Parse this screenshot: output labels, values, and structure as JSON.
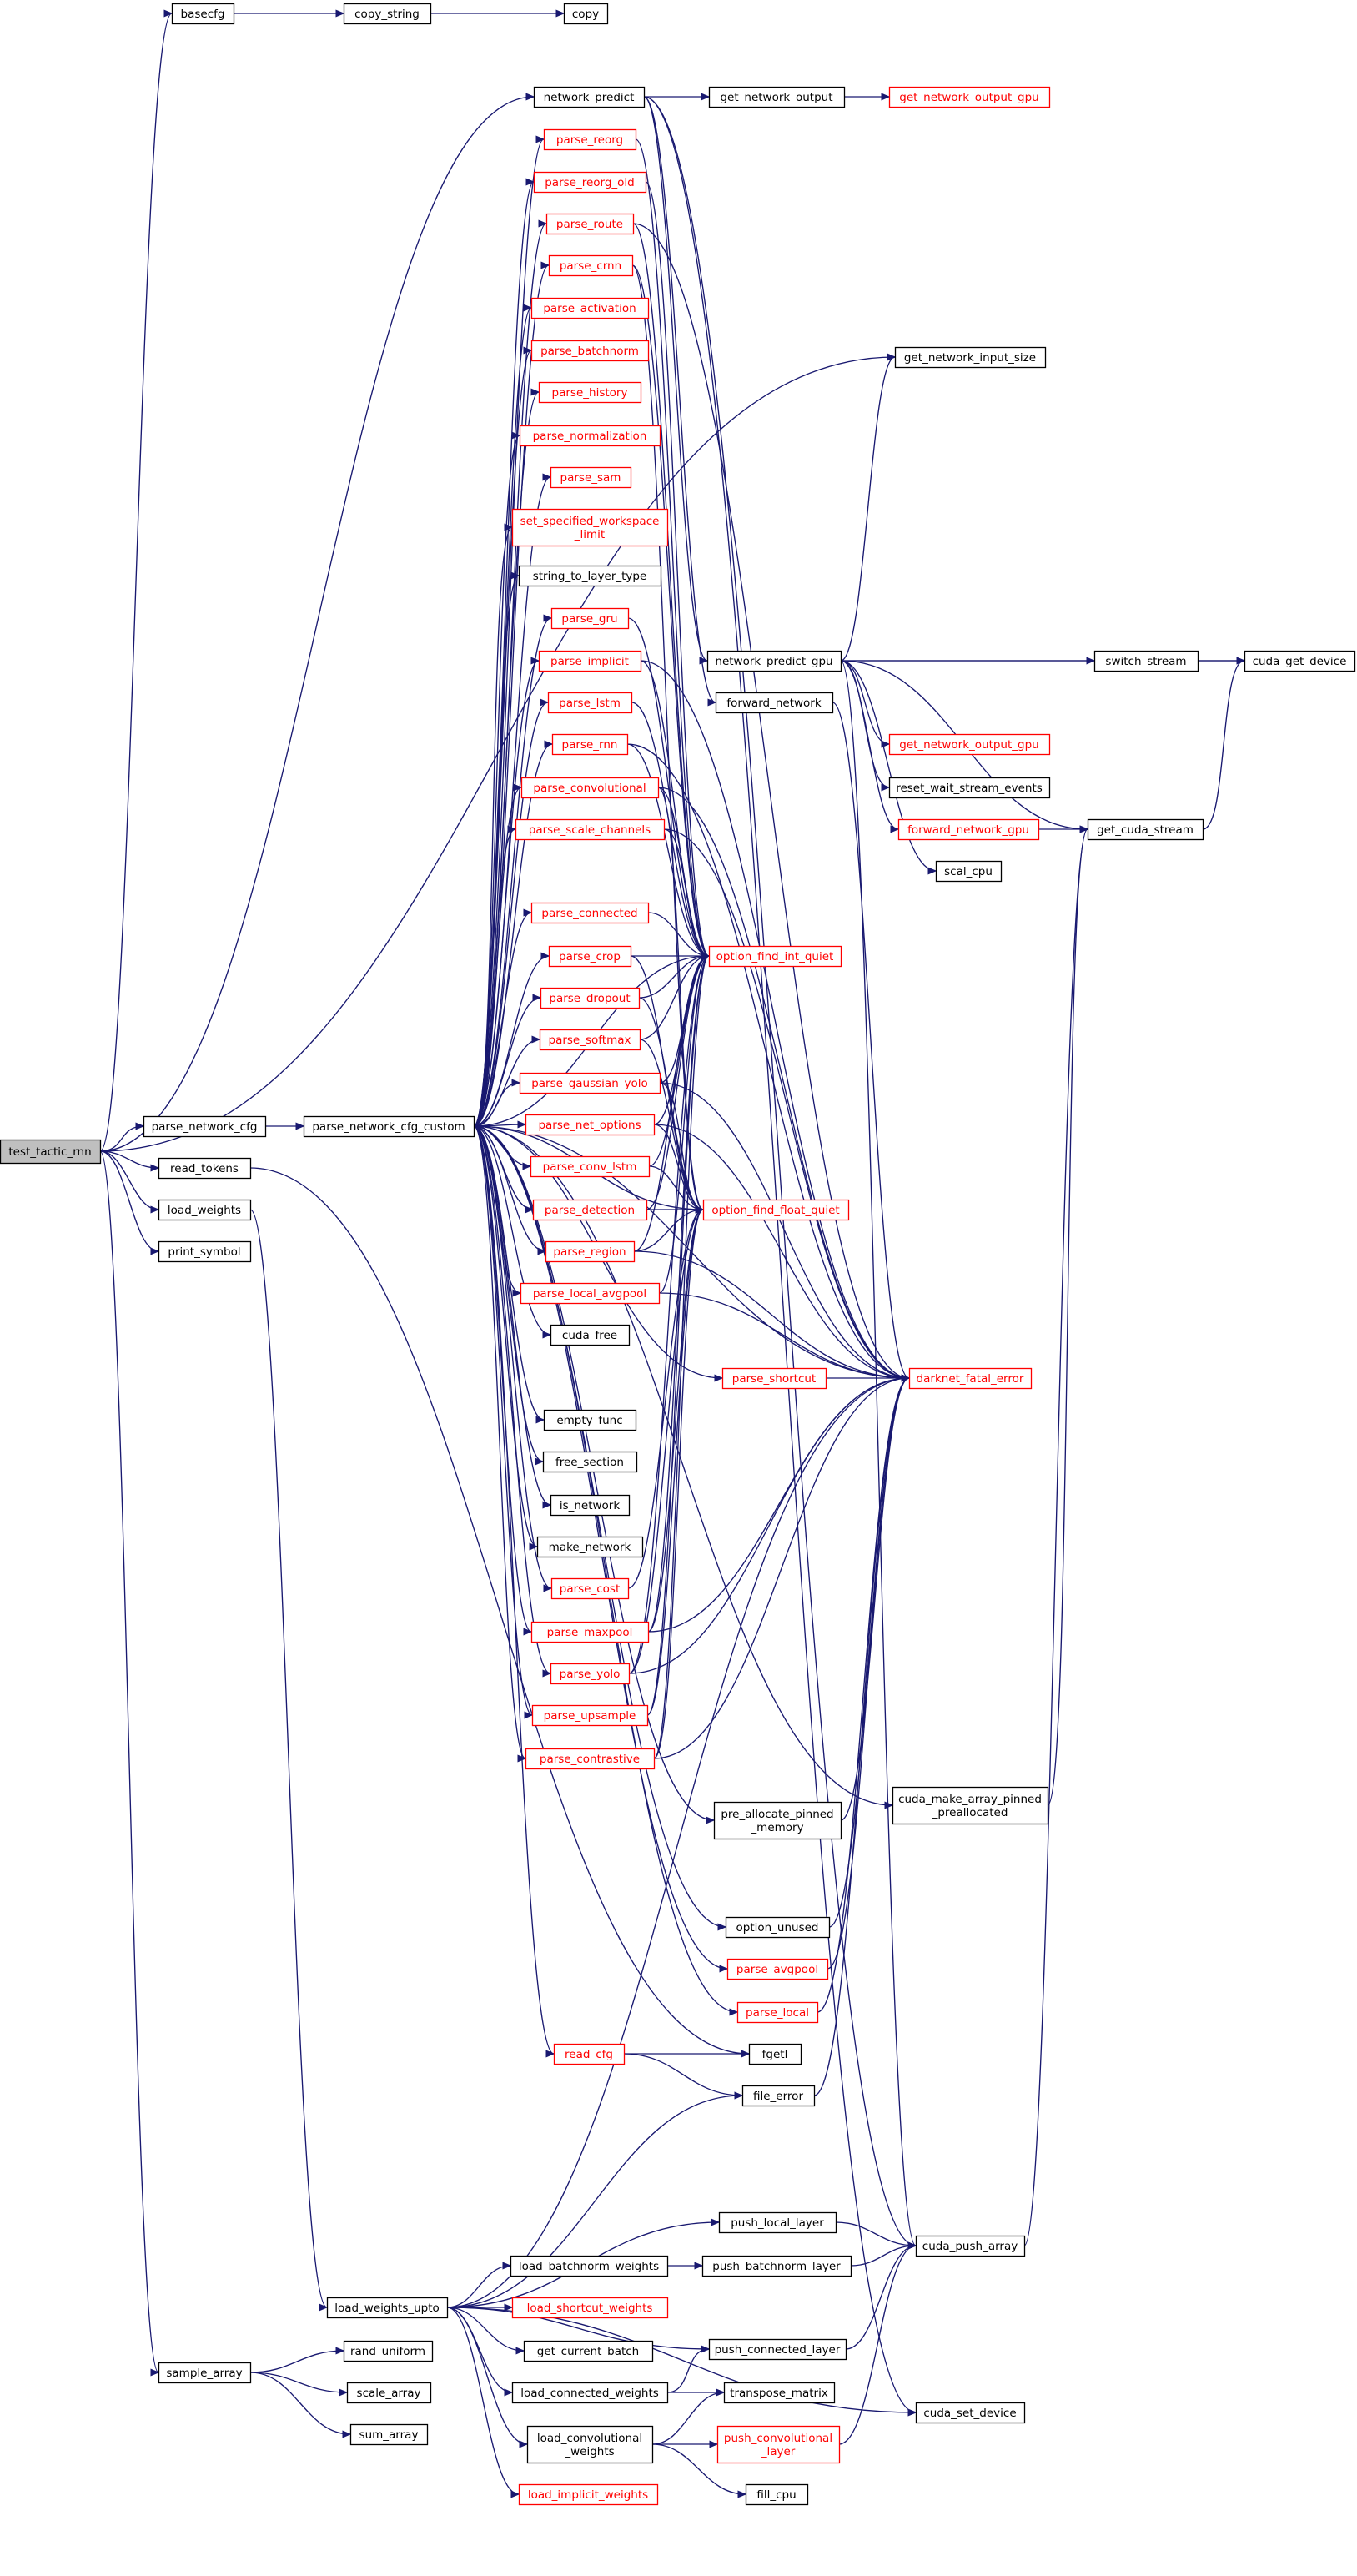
{
  "colors": {
    "edge": "#191970",
    "linked_border": "#000000",
    "unlinked_border": "#ff0000",
    "root_fill": "#bfbfbf",
    "text_black": "#000000",
    "text_red": "#ff0000"
  },
  "nodes": {
    "test_tactic_rnn": {
      "label": "test_tactic_rnn",
      "style": "root"
    },
    "basecfg": {
      "label": "basecfg",
      "style": "black"
    },
    "copy_string": {
      "label": "copy_string",
      "style": "black"
    },
    "copy": {
      "label": "copy",
      "style": "black"
    },
    "network_predict": {
      "label": "network_predict",
      "style": "black"
    },
    "get_network_output": {
      "label": "get_network_output",
      "style": "black"
    },
    "get_network_output_gpu": {
      "label": "get_network_output_gpu",
      "style": "red"
    },
    "get_network_input_size": {
      "label": "get_network_input_size",
      "style": "black"
    },
    "parse_reorg": {
      "label": "parse_reorg",
      "style": "red"
    },
    "parse_reorg_old": {
      "label": "parse_reorg_old",
      "style": "red"
    },
    "parse_route": {
      "label": "parse_route",
      "style": "red"
    },
    "parse_crnn": {
      "label": "parse_crnn",
      "style": "red"
    },
    "parse_activation": {
      "label": "parse_activation",
      "style": "red"
    },
    "parse_batchnorm": {
      "label": "parse_batchnorm",
      "style": "red"
    },
    "parse_history": {
      "label": "parse_history",
      "style": "red"
    },
    "parse_normalization": {
      "label": "parse_normalization",
      "style": "red"
    },
    "parse_sam": {
      "label": "parse_sam",
      "style": "red"
    },
    "set_specified_workspace_limit": {
      "label": "set_specified_workspace\n_limit",
      "style": "red"
    },
    "string_to_layer_type": {
      "label": "string_to_layer_type",
      "style": "black"
    },
    "parse_gru": {
      "label": "parse_gru",
      "style": "red"
    },
    "parse_implicit": {
      "label": "parse_implicit",
      "style": "red"
    },
    "parse_lstm": {
      "label": "parse_lstm",
      "style": "red"
    },
    "parse_rnn": {
      "label": "parse_rnn",
      "style": "red"
    },
    "parse_convolutional": {
      "label": "parse_convolutional",
      "style": "red"
    },
    "parse_scale_channels": {
      "label": "parse_scale_channels",
      "style": "red"
    },
    "parse_connected": {
      "label": "parse_connected",
      "style": "red"
    },
    "parse_crop": {
      "label": "parse_crop",
      "style": "red"
    },
    "parse_dropout": {
      "label": "parse_dropout",
      "style": "red"
    },
    "parse_softmax": {
      "label": "parse_softmax",
      "style": "red"
    },
    "parse_gaussian_yolo": {
      "label": "parse_gaussian_yolo",
      "style": "red"
    },
    "parse_net_options": {
      "label": "parse_net_options",
      "style": "red"
    },
    "parse_conv_lstm": {
      "label": "parse_conv_lstm",
      "style": "red"
    },
    "parse_detection": {
      "label": "parse_detection",
      "style": "red"
    },
    "parse_region": {
      "label": "parse_region",
      "style": "red"
    },
    "parse_local_avgpool": {
      "label": "parse_local_avgpool",
      "style": "red"
    },
    "cuda_free": {
      "label": "cuda_free",
      "style": "black"
    },
    "parse_shortcut": {
      "label": "parse_shortcut",
      "style": "red"
    },
    "empty_func": {
      "label": "empty_func",
      "style": "black"
    },
    "free_section": {
      "label": "free_section",
      "style": "black"
    },
    "is_network": {
      "label": "is_network",
      "style": "black"
    },
    "make_network": {
      "label": "make_network",
      "style": "black"
    },
    "parse_cost": {
      "label": "parse_cost",
      "style": "red"
    },
    "parse_maxpool": {
      "label": "parse_maxpool",
      "style": "red"
    },
    "parse_yolo": {
      "label": "parse_yolo",
      "style": "red"
    },
    "parse_upsample": {
      "label": "parse_upsample",
      "style": "red"
    },
    "parse_contrastive": {
      "label": "parse_contrastive",
      "style": "red"
    },
    "network_predict_gpu": {
      "label": "network_predict_gpu",
      "style": "black"
    },
    "forward_network": {
      "label": "forward_network",
      "style": "black"
    },
    "switch_stream": {
      "label": "switch_stream",
      "style": "black"
    },
    "cuda_get_device": {
      "label": "cuda_get_device",
      "style": "black"
    },
    "get_network_output_gpu2": {
      "label": "get_network_output_gpu",
      "style": "red"
    },
    "reset_wait_stream_events": {
      "label": "reset_wait_stream_events",
      "style": "black"
    },
    "forward_network_gpu": {
      "label": "forward_network_gpu",
      "style": "red"
    },
    "get_cuda_stream": {
      "label": "get_cuda_stream",
      "style": "black"
    },
    "scal_cpu": {
      "label": "scal_cpu",
      "style": "black"
    },
    "option_find_int_quiet": {
      "label": "option_find_int_quiet",
      "style": "red"
    },
    "option_find_float_quiet": {
      "label": "option_find_float_quiet",
      "style": "red"
    },
    "darknet_fatal_error": {
      "label": "darknet_fatal_error",
      "style": "red"
    },
    "parse_network_cfg": {
      "label": "parse_network_cfg",
      "style": "black"
    },
    "parse_network_cfg_custom": {
      "label": "parse_network_cfg_custom",
      "style": "black"
    },
    "read_tokens": {
      "label": "read_tokens",
      "style": "black"
    },
    "load_weights": {
      "label": "load_weights",
      "style": "black"
    },
    "print_symbol": {
      "label": "print_symbol",
      "style": "black"
    },
    "pre_allocate_pinned_memory": {
      "label": "pre_allocate_pinned\n_memory",
      "style": "black"
    },
    "cuda_make_array_pinned_preallocated": {
      "label": "cuda_make_array_pinned\n_preallocated",
      "style": "black"
    },
    "option_unused": {
      "label": "option_unused",
      "style": "black"
    },
    "parse_avgpool": {
      "label": "parse_avgpool",
      "style": "red"
    },
    "parse_local": {
      "label": "parse_local",
      "style": "red"
    },
    "read_cfg": {
      "label": "read_cfg",
      "style": "red"
    },
    "fgetl": {
      "label": "fgetl",
      "style": "black"
    },
    "file_error": {
      "label": "file_error",
      "style": "black"
    },
    "push_local_layer": {
      "label": "push_local_layer",
      "style": "black"
    },
    "cuda_push_array": {
      "label": "cuda_push_array",
      "style": "black"
    },
    "load_batchnorm_weights": {
      "label": "load_batchnorm_weights",
      "style": "black"
    },
    "push_batchnorm_layer": {
      "label": "push_batchnorm_layer",
      "style": "black"
    },
    "load_weights_upto": {
      "label": "load_weights_upto",
      "style": "black"
    },
    "load_shortcut_weights": {
      "label": "load_shortcut_weights",
      "style": "red"
    },
    "push_connected_layer": {
      "label": "push_connected_layer",
      "style": "black"
    },
    "get_current_batch": {
      "label": "get_current_batch",
      "style": "black"
    },
    "sample_array": {
      "label": "sample_array",
      "style": "black"
    },
    "rand_uniform": {
      "label": "rand_uniform",
      "style": "black"
    },
    "load_connected_weights": {
      "label": "load_connected_weights",
      "style": "black"
    },
    "transpose_matrix": {
      "label": "transpose_matrix",
      "style": "black"
    },
    "cuda_set_device": {
      "label": "cuda_set_device",
      "style": "black"
    },
    "scale_array": {
      "label": "scale_array",
      "style": "black"
    },
    "load_convolutional_weights": {
      "label": "load_convolutional\n_weights",
      "style": "black"
    },
    "push_convolutional_layer": {
      "label": "push_convolutional\n_layer",
      "style": "red"
    },
    "sum_array": {
      "label": "sum_array",
      "style": "black"
    },
    "fill_cpu": {
      "label": "fill_cpu",
      "style": "black"
    },
    "load_implicit_weights": {
      "label": "load_implicit_weights",
      "style": "red"
    }
  },
  "edges": [
    [
      "test_tactic_rnn",
      "basecfg"
    ],
    [
      "basecfg",
      "copy_string"
    ],
    [
      "copy_string",
      "copy"
    ],
    [
      "test_tactic_rnn",
      "get_network_input_size"
    ],
    [
      "test_tactic_rnn",
      "network_predict"
    ],
    [
      "test_tactic_rnn",
      "parse_network_cfg"
    ],
    [
      "test_tactic_rnn",
      "read_tokens"
    ],
    [
      "test_tactic_rnn",
      "load_weights"
    ],
    [
      "test_tactic_rnn",
      "print_symbol"
    ],
    [
      "test_tactic_rnn",
      "sample_array"
    ],
    [
      "network_predict",
      "get_network_output"
    ],
    [
      "get_network_output",
      "get_network_output_gpu"
    ],
    [
      "network_predict",
      "network_predict_gpu"
    ],
    [
      "network_predict",
      "forward_network"
    ],
    [
      "network_predict",
      "cuda_set_device"
    ],
    [
      "network_predict",
      "cuda_push_array"
    ],
    [
      "parse_network_cfg",
      "parse_network_cfg_custom"
    ],
    [
      "parse_network_cfg_custom",
      "parse_reorg"
    ],
    [
      "parse_network_cfg_custom",
      "parse_reorg_old"
    ],
    [
      "parse_network_cfg_custom",
      "parse_route"
    ],
    [
      "parse_network_cfg_custom",
      "parse_crnn"
    ],
    [
      "parse_network_cfg_custom",
      "parse_activation"
    ],
    [
      "parse_network_cfg_custom",
      "parse_batchnorm"
    ],
    [
      "parse_network_cfg_custom",
      "parse_history"
    ],
    [
      "parse_network_cfg_custom",
      "parse_normalization"
    ],
    [
      "parse_network_cfg_custom",
      "parse_sam"
    ],
    [
      "parse_network_cfg_custom",
      "set_specified_workspace_limit"
    ],
    [
      "parse_network_cfg_custom",
      "string_to_layer_type"
    ],
    [
      "parse_network_cfg_custom",
      "parse_gru"
    ],
    [
      "parse_network_cfg_custom",
      "parse_implicit"
    ],
    [
      "parse_network_cfg_custom",
      "parse_lstm"
    ],
    [
      "parse_network_cfg_custom",
      "parse_rnn"
    ],
    [
      "parse_network_cfg_custom",
      "parse_convolutional"
    ],
    [
      "parse_network_cfg_custom",
      "parse_scale_channels"
    ],
    [
      "parse_network_cfg_custom",
      "parse_connected"
    ],
    [
      "parse_network_cfg_custom",
      "parse_crop"
    ],
    [
      "parse_network_cfg_custom",
      "parse_dropout"
    ],
    [
      "parse_network_cfg_custom",
      "parse_softmax"
    ],
    [
      "parse_network_cfg_custom",
      "parse_gaussian_yolo"
    ],
    [
      "parse_network_cfg_custom",
      "parse_net_options"
    ],
    [
      "parse_network_cfg_custom",
      "parse_conv_lstm"
    ],
    [
      "parse_network_cfg_custom",
      "parse_detection"
    ],
    [
      "parse_network_cfg_custom",
      "parse_region"
    ],
    [
      "parse_network_cfg_custom",
      "parse_local_avgpool"
    ],
    [
      "parse_network_cfg_custom",
      "cuda_free"
    ],
    [
      "parse_network_cfg_custom",
      "parse_shortcut"
    ],
    [
      "parse_network_cfg_custom",
      "empty_func"
    ],
    [
      "parse_network_cfg_custom",
      "free_section"
    ],
    [
      "parse_network_cfg_custom",
      "is_network"
    ],
    [
      "parse_network_cfg_custom",
      "make_network"
    ],
    [
      "parse_network_cfg_custom",
      "parse_cost"
    ],
    [
      "parse_network_cfg_custom",
      "parse_maxpool"
    ],
    [
      "parse_network_cfg_custom",
      "parse_yolo"
    ],
    [
      "parse_network_cfg_custom",
      "parse_upsample"
    ],
    [
      "parse_network_cfg_custom",
      "parse_contrastive"
    ],
    [
      "parse_network_cfg_custom",
      "pre_allocate_pinned_memory"
    ],
    [
      "parse_network_cfg_custom",
      "option_unused"
    ],
    [
      "parse_network_cfg_custom",
      "parse_avgpool"
    ],
    [
      "parse_network_cfg_custom",
      "parse_local"
    ],
    [
      "parse_network_cfg_custom",
      "read_cfg"
    ],
    [
      "parse_network_cfg_custom",
      "option_find_int_quiet"
    ],
    [
      "parse_network_cfg_custom",
      "option_find_float_quiet"
    ],
    [
      "parse_network_cfg_custom",
      "darknet_fatal_error"
    ],
    [
      "parse_network_cfg_custom",
      "cuda_make_array_pinned_preallocated"
    ],
    [
      "parse_reorg",
      "option_find_int_quiet"
    ],
    [
      "parse_reorg_old",
      "option_find_int_quiet"
    ],
    [
      "parse_route",
      "option_find_int_quiet"
    ],
    [
      "parse_route",
      "darknet_fatal_error"
    ],
    [
      "parse_crnn",
      "option_find_int_quiet"
    ],
    [
      "parse_crnn",
      "option_find_float_quiet"
    ],
    [
      "parse_gru",
      "option_find_int_quiet"
    ],
    [
      "parse_implicit",
      "option_find_int_quiet"
    ],
    [
      "parse_implicit",
      "darknet_fatal_error"
    ],
    [
      "parse_lstm",
      "option_find_int_quiet"
    ],
    [
      "parse_rnn",
      "option_find_int_quiet"
    ],
    [
      "parse_rnn",
      "darknet_fatal_error"
    ],
    [
      "parse_convolutional",
      "option_find_int_quiet"
    ],
    [
      "parse_convolutional",
      "option_find_float_quiet"
    ],
    [
      "parse_convolutional",
      "darknet_fatal_error"
    ],
    [
      "parse_scale_channels",
      "option_find_int_quiet"
    ],
    [
      "parse_scale_channels",
      "darknet_fatal_error"
    ],
    [
      "parse_connected",
      "option_find_int_quiet"
    ],
    [
      "parse_crop",
      "option_find_int_quiet"
    ],
    [
      "parse_crop",
      "option_find_float_quiet"
    ],
    [
      "parse_dropout",
      "option_find_int_quiet"
    ],
    [
      "parse_dropout",
      "option_find_float_quiet"
    ],
    [
      "parse_softmax",
      "option_find_int_quiet"
    ],
    [
      "parse_softmax",
      "option_find_float_quiet"
    ],
    [
      "parse_gaussian_yolo",
      "option_find_int_quiet"
    ],
    [
      "parse_gaussian_yolo",
      "option_find_float_quiet"
    ],
    [
      "parse_gaussian_yolo",
      "darknet_fatal_error"
    ],
    [
      "parse_net_options",
      "option_find_int_quiet"
    ],
    [
      "parse_net_options",
      "option_find_float_quiet"
    ],
    [
      "parse_net_options",
      "darknet_fatal_error"
    ],
    [
      "parse_conv_lstm",
      "option_find_int_quiet"
    ],
    [
      "parse_conv_lstm",
      "option_find_float_quiet"
    ],
    [
      "parse_detection",
      "option_find_int_quiet"
    ],
    [
      "parse_detection",
      "option_find_float_quiet"
    ],
    [
      "parse_region",
      "option_find_int_quiet"
    ],
    [
      "parse_region",
      "option_find_float_quiet"
    ],
    [
      "parse_region",
      "darknet_fatal_error"
    ],
    [
      "parse_local_avgpool",
      "option_find_int_quiet"
    ],
    [
      "parse_local_avgpool",
      "darknet_fatal_error"
    ],
    [
      "parse_shortcut",
      "darknet_fatal_error"
    ],
    [
      "parse_cost",
      "option_find_float_quiet"
    ],
    [
      "parse_maxpool",
      "option_find_int_quiet"
    ],
    [
      "parse_maxpool",
      "option_find_float_quiet"
    ],
    [
      "parse_maxpool",
      "darknet_fatal_error"
    ],
    [
      "parse_yolo",
      "option_find_int_quiet"
    ],
    [
      "parse_yolo",
      "option_find_float_quiet"
    ],
    [
      "parse_yolo",
      "darknet_fatal_error"
    ],
    [
      "parse_upsample",
      "option_find_int_quiet"
    ],
    [
      "parse_upsample",
      "option_find_float_quiet"
    ],
    [
      "parse_contrastive",
      "option_find_int_quiet"
    ],
    [
      "parse_contrastive",
      "option_find_float_quiet"
    ],
    [
      "parse_contrastive",
      "darknet_fatal_error"
    ],
    [
      "network_predict_gpu",
      "get_network_input_size"
    ],
    [
      "network_predict_gpu",
      "switch_stream"
    ],
    [
      "network_predict_gpu",
      "cuda_get_device"
    ],
    [
      "network_predict_gpu",
      "get_network_output_gpu2"
    ],
    [
      "network_predict_gpu",
      "reset_wait_stream_events"
    ],
    [
      "network_predict_gpu",
      "forward_network_gpu"
    ],
    [
      "network_predict_gpu",
      "get_cuda_stream"
    ],
    [
      "network_predict_gpu",
      "scal_cpu"
    ],
    [
      "network_predict_gpu",
      "cuda_push_array"
    ],
    [
      "switch_stream",
      "cuda_get_device"
    ],
    [
      "forward_network_gpu",
      "get_cuda_stream"
    ],
    [
      "get_cuda_stream",
      "cuda_get_device"
    ],
    [
      "forward_network",
      "darknet_fatal_error"
    ],
    [
      "pre_allocate_pinned_memory",
      "darknet_fatal_error"
    ],
    [
      "cuda_make_array_pinned_preallocated",
      "get_cuda_stream"
    ],
    [
      "option_unused",
      "darknet_fatal_error"
    ],
    [
      "parse_avgpool",
      "darknet_fatal_error"
    ],
    [
      "parse_local",
      "darknet_fatal_error"
    ],
    [
      "read_cfg",
      "fgetl"
    ],
    [
      "read_cfg",
      "file_error"
    ],
    [
      "file_error",
      "darknet_fatal_error"
    ],
    [
      "read_tokens",
      "fgetl"
    ],
    [
      "load_weights",
      "load_weights_upto"
    ],
    [
      "load_weights_upto",
      "file_error"
    ],
    [
      "load_weights_upto",
      "push_local_layer"
    ],
    [
      "load_weights_upto",
      "load_batchnorm_weights"
    ],
    [
      "load_weights_upto",
      "load_shortcut_weights"
    ],
    [
      "load_weights_upto",
      "get_current_batch"
    ],
    [
      "load_weights_upto",
      "load_connected_weights"
    ],
    [
      "load_weights_upto",
      "load_convolutional_weights"
    ],
    [
      "load_weights_upto",
      "load_implicit_weights"
    ],
    [
      "load_weights_upto",
      "push_connected_layer"
    ],
    [
      "load_weights_upto",
      "cuda_set_device"
    ],
    [
      "load_weights_upto",
      "darknet_fatal_error"
    ],
    [
      "push_local_layer",
      "cuda_push_array"
    ],
    [
      "load_batchnorm_weights",
      "push_batchnorm_layer"
    ],
    [
      "push_batchnorm_layer",
      "cuda_push_array"
    ],
    [
      "push_connected_layer",
      "cuda_push_array"
    ],
    [
      "load_connected_weights",
      "push_connected_layer"
    ],
    [
      "load_connected_weights",
      "transpose_matrix"
    ],
    [
      "load_convolutional_weights",
      "push_convolutional_layer"
    ],
    [
      "load_convolutional_weights",
      "transpose_matrix"
    ],
    [
      "load_convolutional_weights",
      "fill_cpu"
    ],
    [
      "push_convolutional_layer",
      "cuda_push_array"
    ],
    [
      "cuda_push_array",
      "get_cuda_stream"
    ],
    [
      "sample_array",
      "rand_uniform"
    ],
    [
      "sample_array",
      "scale_array"
    ],
    [
      "sample_array",
      "sum_array"
    ]
  ]
}
